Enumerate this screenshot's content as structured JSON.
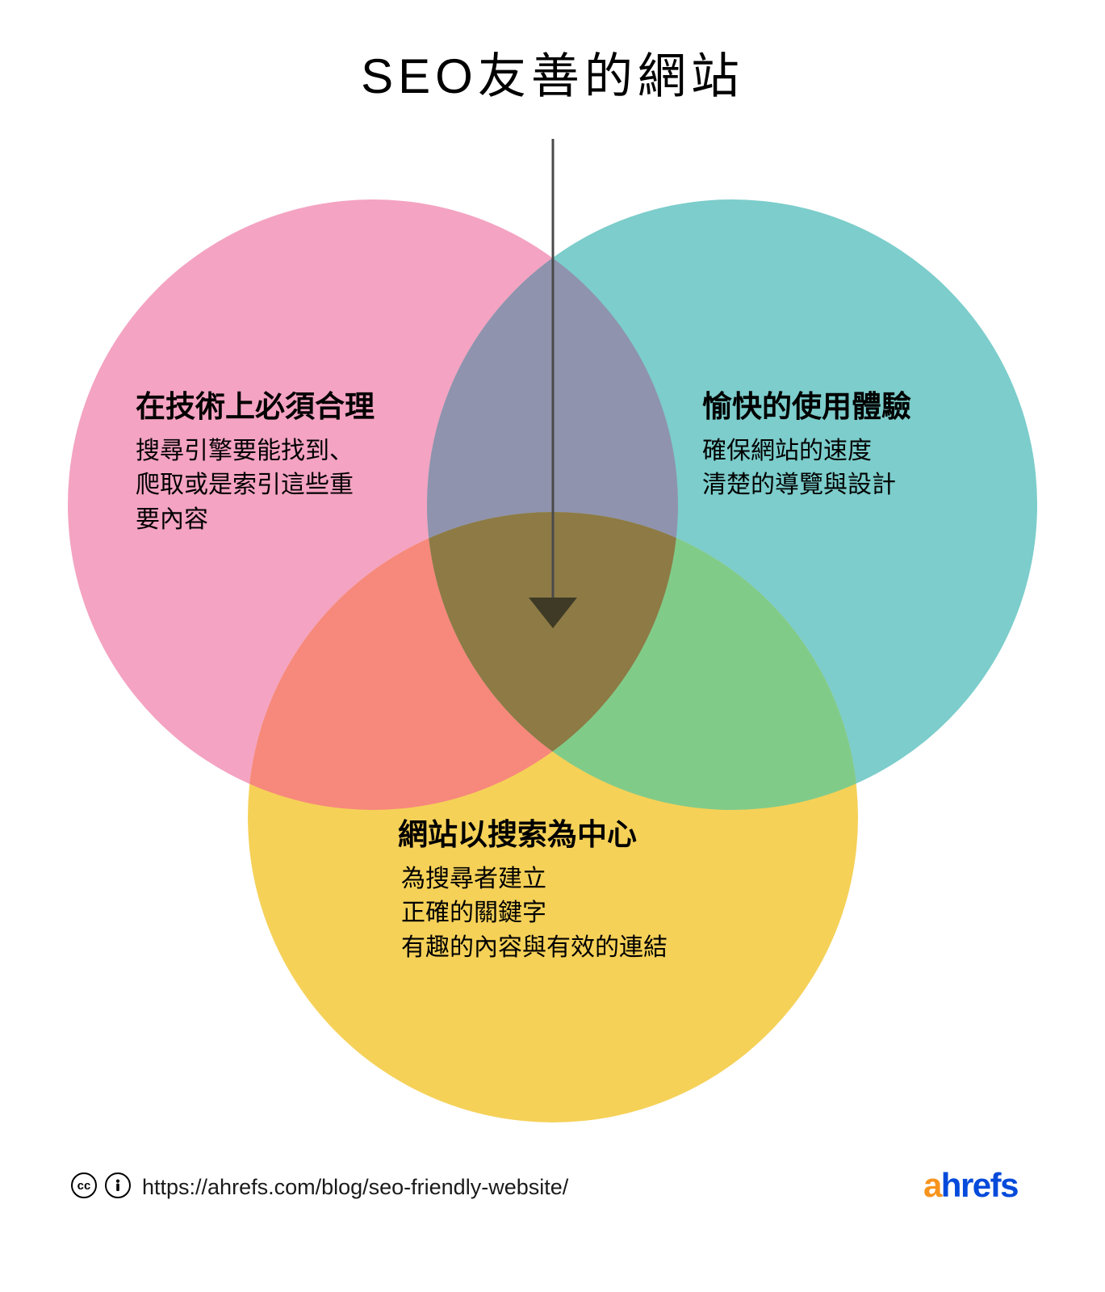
{
  "title": "SEO友善的網站",
  "colors": {
    "pink": "#F4A3C2",
    "teal": "#7CCDCB",
    "yellow": "#F5D158",
    "pink_teal_overlap": "#8F93AD",
    "pink_yellow_overlap": "#F7887C",
    "teal_yellow_overlap": "#81CB89",
    "center_overlap": "#8D7A45",
    "arrow": "#4A4A4A",
    "logo_accent": "#F7941D",
    "logo_text": "#054ADA"
  },
  "circles": {
    "left": {
      "heading": "在技術上必須合理",
      "body_lines": [
        "搜尋引擎要能找到、",
        "爬取或是索引這些重",
        "要內容"
      ]
    },
    "right": {
      "heading": "愉快的使用體驗",
      "body_lines": [
        "確保網站的速度",
        "清楚的導覽與設計"
      ]
    },
    "bottom": {
      "heading": "網站以搜索為中心",
      "body_lines": [
        "為搜尋者建立",
        "正確的關鍵字",
        "有趣的內容與有效的連結"
      ]
    }
  },
  "footer": {
    "cc_license": "cc",
    "cc_attribution": "ⓘ",
    "url": "https://ahrefs.com/blog/seo-friendly-website/",
    "logo_a": "a",
    "logo_rest": "hrefs"
  }
}
